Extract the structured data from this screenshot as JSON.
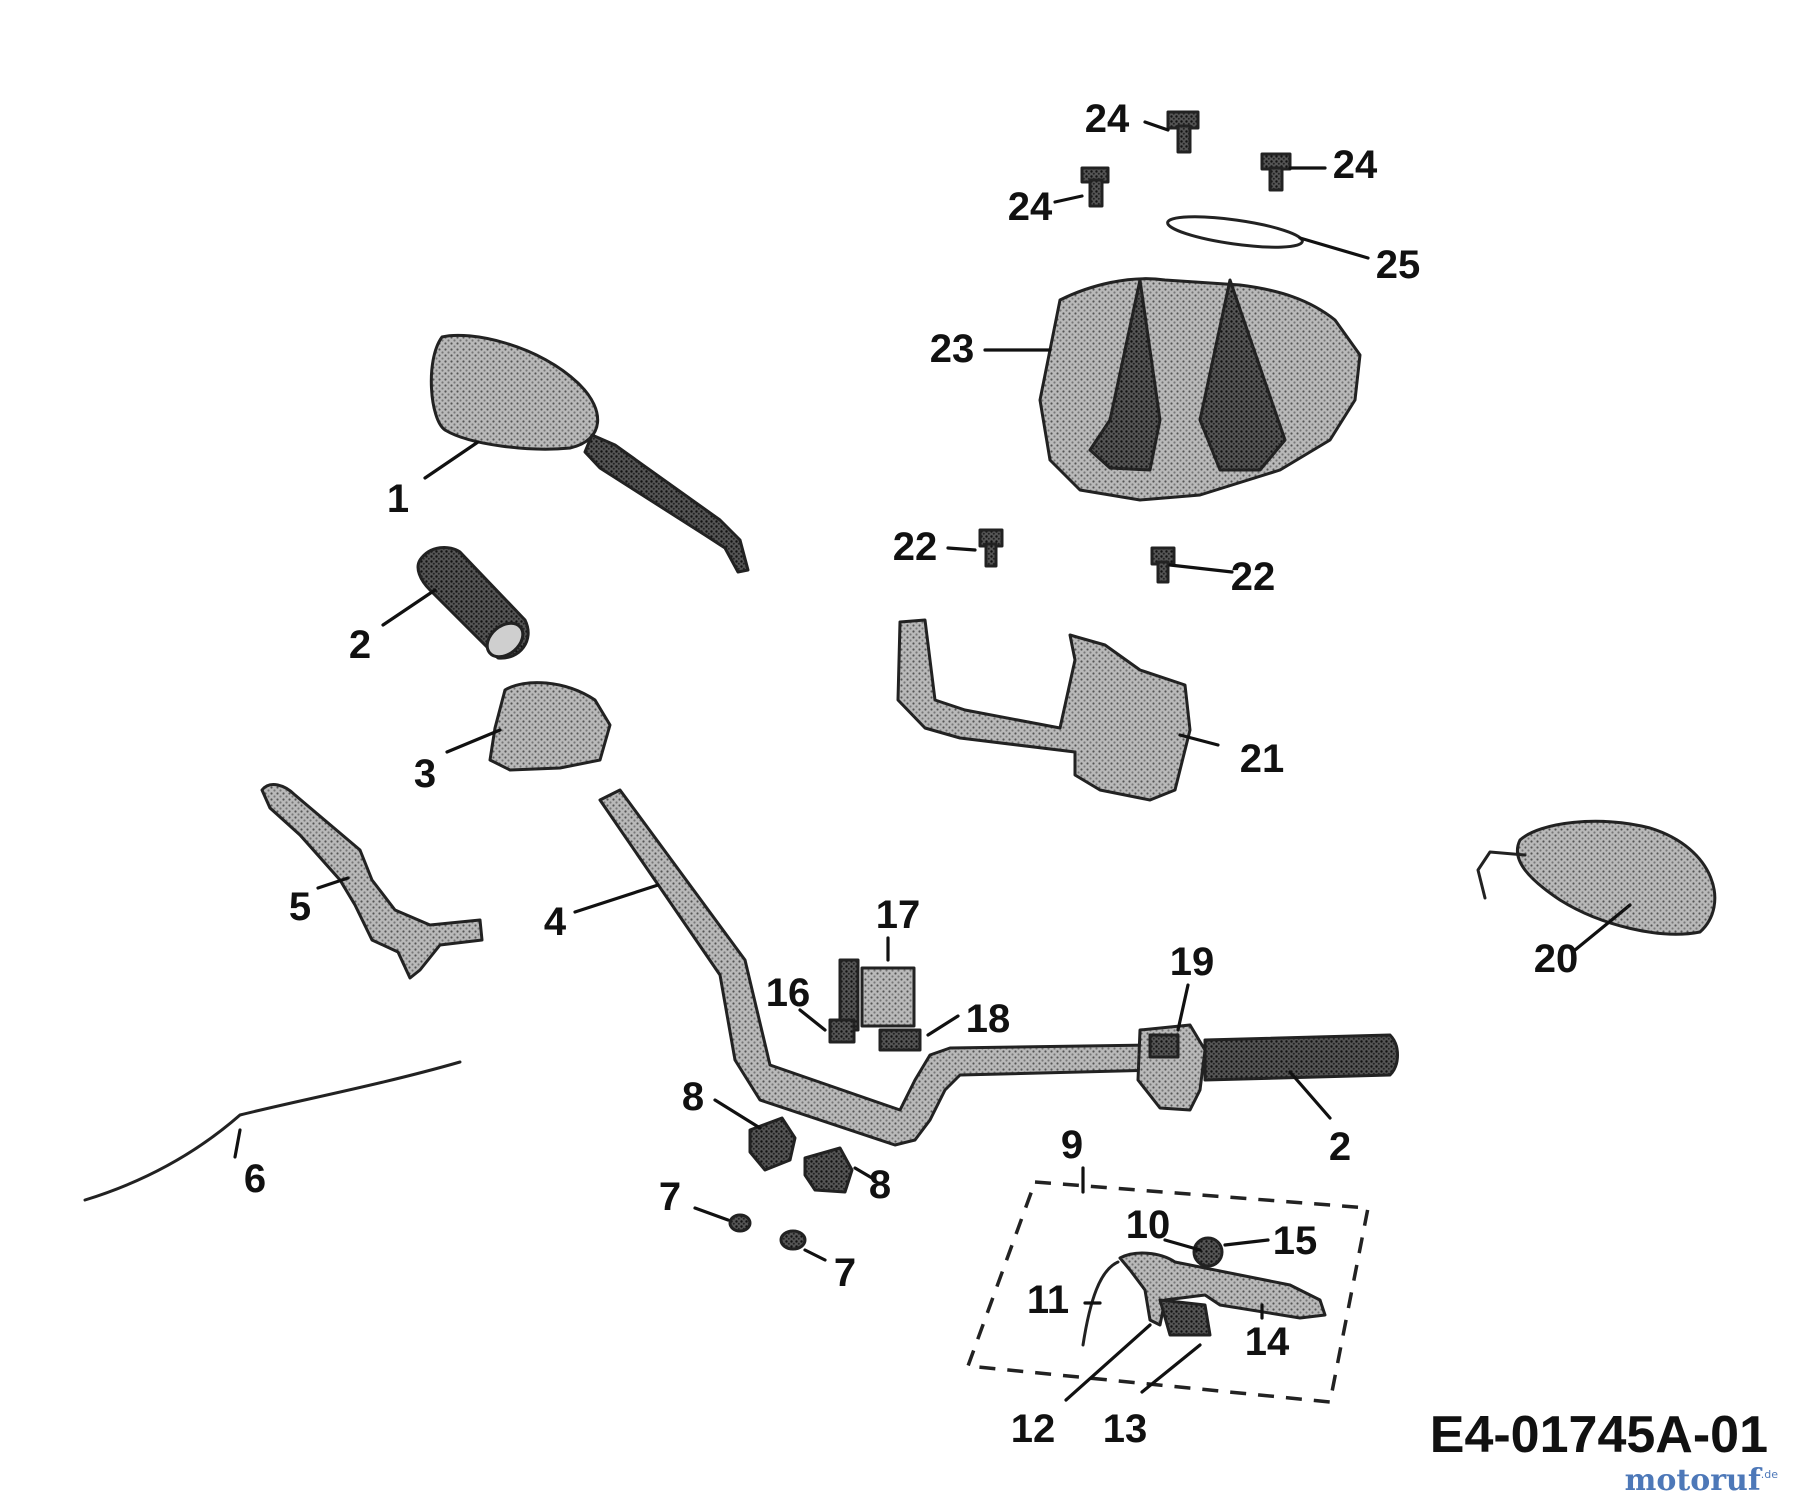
{
  "diagram": {
    "drawing_code": "E4-01745A-01",
    "watermark": {
      "main": "motoruf",
      "suffix": ".de",
      "color_main": "#4d78b8",
      "color_dot": "#f0a020"
    },
    "callouts": [
      "1",
      "2",
      "3",
      "4",
      "5",
      "6",
      "7",
      "7",
      "8",
      "8",
      "9",
      "10",
      "11",
      "12",
      "13",
      "14",
      "15",
      "16",
      "17",
      "18",
      "19",
      "2",
      "20",
      "21",
      "22",
      "22",
      "23",
      "24",
      "24",
      "24",
      "25"
    ],
    "colors": {
      "ink": "#111111",
      "fill": "#9a9a9a",
      "dark": "#3a3a3a",
      "background": "#ffffff"
    }
  }
}
